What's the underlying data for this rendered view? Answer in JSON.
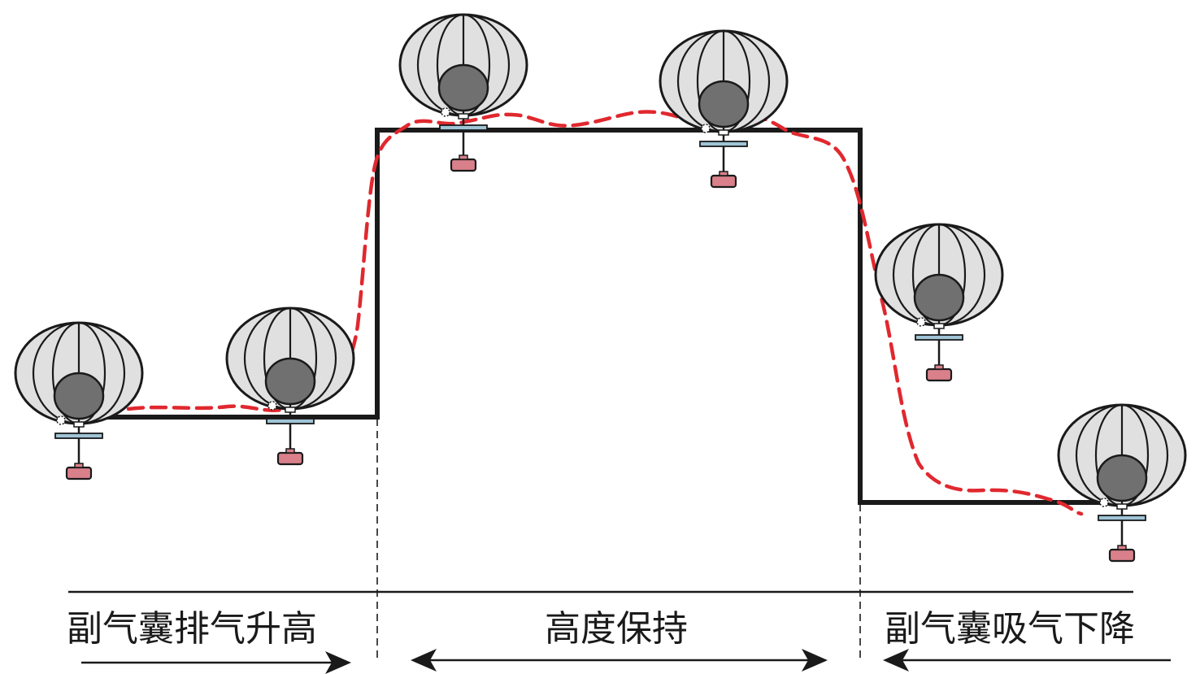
{
  "phases": {
    "ascend": "副气囊排气升高",
    "hold": "高度保持",
    "descend": "副气囊吸气下降"
  },
  "colors": {
    "profile_line": "#1a1a1a",
    "actual_path": "#e0282e",
    "envelope_fill": "#e0e0e0",
    "envelope_stroke": "#1a1a1a",
    "ballonet_fill": "#707070",
    "bar_fill": "#9fc4d6",
    "gondola_fill": "#d9808a"
  },
  "icons": [
    "balloon-icon",
    "arrow-right-icon",
    "arrow-left-icon",
    "arrow-both-icon"
  ]
}
